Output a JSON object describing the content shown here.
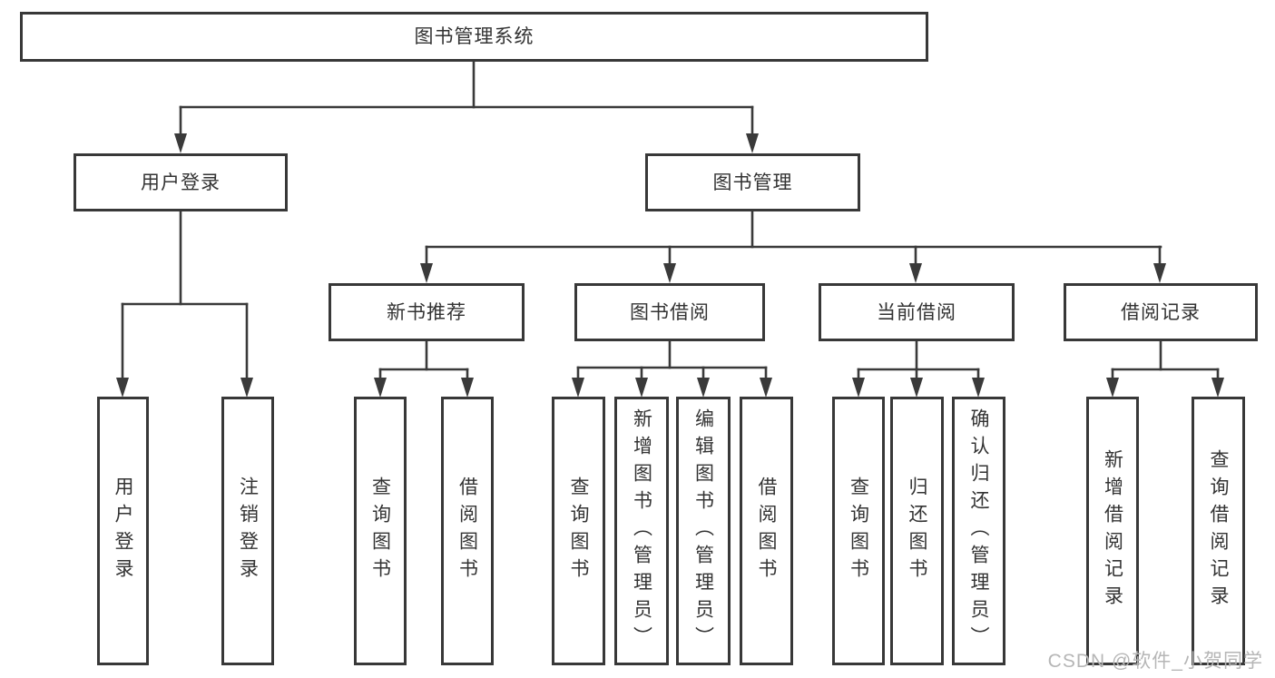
{
  "tree": {
    "label": "图书管理系统",
    "children": [
      {
        "label": "用户登录",
        "children": [
          {
            "label": "用户登录"
          },
          {
            "label": "注销登录"
          }
        ]
      },
      {
        "label": "图书管理",
        "children": [
          {
            "label": "新书推荐",
            "children": [
              {
                "label": "查询图书"
              },
              {
                "label": "借阅图书"
              }
            ]
          },
          {
            "label": "图书借阅",
            "children": [
              {
                "label": "查询图书"
              },
              {
                "label": "新增图书（管理员）"
              },
              {
                "label": "编辑图书（管理员）"
              },
              {
                "label": "借阅图书"
              }
            ]
          },
          {
            "label": "当前借阅",
            "children": [
              {
                "label": "查询图书"
              },
              {
                "label": "归还图书"
              },
              {
                "label": "确认归还（管理员）"
              }
            ]
          },
          {
            "label": "借阅记录",
            "children": [
              {
                "label": "新增借阅记录"
              },
              {
                "label": "查询借阅记录"
              }
            ]
          }
        ]
      }
    ]
  },
  "watermark": {
    "text": "CSDN @软件_小贺同学"
  },
  "colors": {
    "line": "#3a3a3a",
    "box_border": "#383838",
    "text": "#333333",
    "watermark_text": "#b6b6b6",
    "background": "#ffffff"
  }
}
